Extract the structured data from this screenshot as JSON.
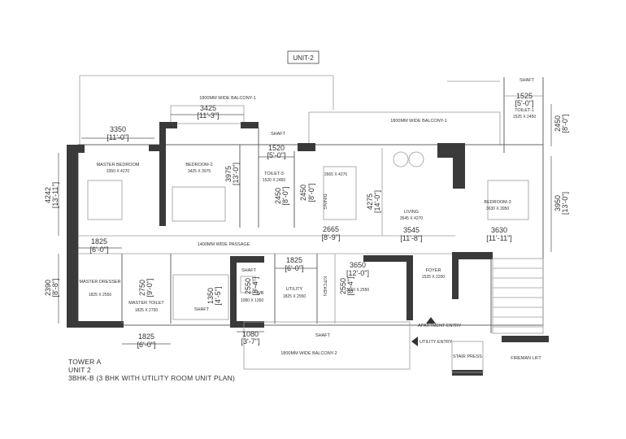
{
  "unit_label": "UNIT-2",
  "balconies": {
    "b1_top": "1800MM WIDE BALCONY-1",
    "b1_right": "1800MM WIDE BALCONY-1",
    "b2": "1800MM WIDE BALCONY-2"
  },
  "passage": "1400MM WIDE PASSAGE",
  "rooms": {
    "master_bedroom": {
      "name": "MASTER BEDROOM",
      "size": "3350 X 4270"
    },
    "bedroom2": {
      "name": "BEDROOM-2",
      "size": "3425 X 3975"
    },
    "toilet3": {
      "name": "TOILET-3",
      "size": "1520 X 2450"
    },
    "dining": {
      "name": "DINING",
      "size": "2665 X 4270"
    },
    "living": {
      "name": "LIVING",
      "size": "3545 X 4270"
    },
    "bedroom3": {
      "name": "BEDROOM-3",
      "size": "3630 X 3950"
    },
    "toilet1": {
      "name": "TOILET-1",
      "size": "1525 X 2450"
    },
    "master_dresser": {
      "name": "MASTER DRESSER",
      "size": "1825 X 2550"
    },
    "master_toilet": {
      "name": "MASTER TOILET",
      "size": "1825 X 2750"
    },
    "wb": {
      "name": "WB",
      "size": "1080 X 1350"
    },
    "utility": {
      "name": "UTILITY",
      "size": "1825 X 2550"
    },
    "kitchen": {
      "name": "KITCHEN",
      "size": "3650 X 2550"
    },
    "foyer": {
      "name": "FOYER",
      "size": "1525 X 2200"
    }
  },
  "shafts": [
    "SHAFT",
    "SHAFT",
    "SHAFT",
    "SHAFT",
    "SHAFT"
  ],
  "entries": {
    "apartment": "APARTMENT ENTRY",
    "utility": "UTILITY ENTRY"
  },
  "stair": "STAIR PRESS",
  "fireman_lift": "FIREMAN LIFT",
  "dimensions": {
    "d3425": "3425",
    "d3425b": "[11'-3\"]",
    "d3350": "3350",
    "d3350b": "[11'-0\"]",
    "d1520": "1520",
    "d1520b": "[5'-0\"]",
    "d1525": "1525",
    "d1525b": "[5'-0\"]",
    "d2450": "2450",
    "d2450b": "[8'-0\"]",
    "d4242": "4242",
    "d4242b": "[13'-11\"]",
    "d1825a": "1825",
    "d1825ab": "[6'-0\"]",
    "d2390": "2390",
    "d2390b": "[8'-8\"]",
    "d1825b": "1825",
    "d1825bb": "[6'-0\"]",
    "d1080": "1080",
    "d1080b": "[3'-7\"]",
    "d1825c": "1825",
    "d1825cb": "[6'-0\"]",
    "d3975": "3975",
    "d3975b": "[13'-0\"]",
    "d2450t": "2450",
    "d2450tb": "[8'-0\"]",
    "d2665": "2665",
    "d2665b": "[8'-9\"]",
    "d4275": "4275",
    "d4275b": "[14'-0\"]",
    "d3545": "3545",
    "d3545b": "[11'-8\"]",
    "d3630": "3630",
    "d3630b": "[11'-11\"]",
    "d3650": "3650",
    "d3650b": "[12'-0\"]",
    "d2550": "2550",
    "d2550b": "[8'-4\"]",
    "d2550u": "2550",
    "d2550ub": "[8'-4\"]",
    "d1350": "1350",
    "d1350b": "[4'-5\"]",
    "d3950": "3950",
    "d3950b": "[13'-0\"]",
    "d2750": "2750",
    "d2750b": "[9'-0\"]",
    "d2450r": "2450",
    "d2450rb": "[8'-0\"]"
  },
  "caption": {
    "line1": "TOWER A",
    "line2": "UNIT 2",
    "line3": "3BHK-B (3 BHK WITH UTILITY ROOM UNIT PLAN)"
  }
}
